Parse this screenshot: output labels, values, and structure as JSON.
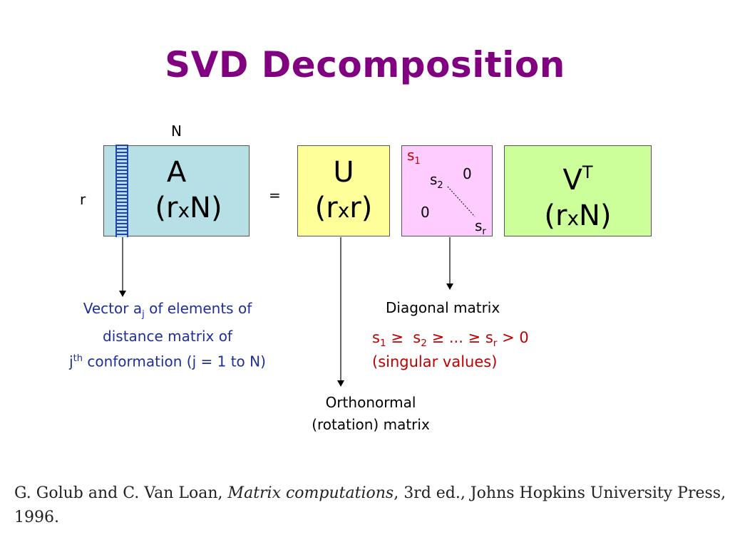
{
  "title": "SVD Decomposition",
  "labels": {
    "N": "N",
    "r": "r",
    "equals": "="
  },
  "matrix_a": {
    "name": "A",
    "dims_open": "(r",
    "dims_x": "x",
    "dims_close": "N)"
  },
  "matrix_u": {
    "name": "U",
    "dims_open": "(r",
    "dims_x": "x",
    "dims_close": "r)"
  },
  "matrix_s": {
    "s1": "s",
    "s1_sub": "1",
    "s2": "s",
    "s2_sub": "2",
    "sr": "s",
    "sr_sub": "r",
    "zero_top": "0",
    "zero_bottom": "0"
  },
  "matrix_v": {
    "name": "V",
    "sup": "T",
    "dims_open": "(r",
    "dims_x": "x",
    "dims_close": "N)"
  },
  "vector_caption": {
    "l1_pre": "Vector a",
    "l1_sub": "j",
    "l1_post": " of elements of",
    "l2": "distance matrix of",
    "l3_pre": "j",
    "l3_sup": "th",
    "l3_post": " conformation (j = 1 to N)"
  },
  "orthonormal_caption": {
    "l1": "Orthonormal",
    "l2": "(rotation) matrix"
  },
  "diagonal_caption": {
    "l1": "Diagonal matrix",
    "ineq": {
      "s1": "s",
      "s1_sub": "1",
      "ge1": " ≥  ",
      "s2": "s",
      "s2_sub": "2",
      "ge2": " ≥ ... ≥ ",
      "sr": "s",
      "sr_sub": "r",
      "gt": " > 0"
    },
    "l3": "(singular values)"
  },
  "citation": {
    "pre": "G. Golub and C. Van Loan, ",
    "book": "Matrix computations",
    "post": ", 3rd ed., Johns Hopkins University Press,",
    "year": "1996."
  },
  "colors": {
    "title": "#800080",
    "a_box": "#b7e0e6",
    "u_box": "#ffff99",
    "s_box": "#ffccff",
    "v_box": "#ccff99",
    "caption_blue": "#1f2f9a",
    "caption_red": "#c00000"
  }
}
